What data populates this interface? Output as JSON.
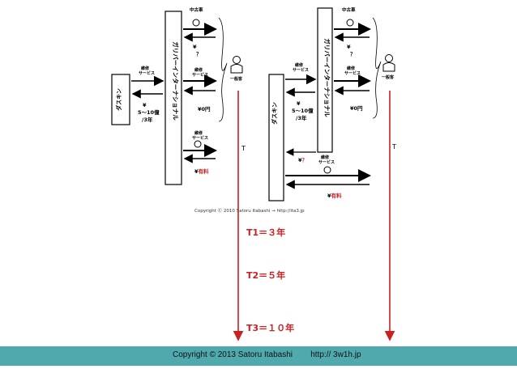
{
  "colors": {
    "arrow_red": "#cc1f1f",
    "footer_bg": "#4fa9ad",
    "line": "#000000"
  },
  "left_diagram": {
    "used_car_label": "中古車",
    "company_label": "ガリバーインターナショナル",
    "dasukin_label": "ダスキン",
    "maintenance_label_1": "維修\nサービス",
    "maintenance_label_2": "維修\nサービス",
    "maintenance_label_3": "維修\nサービス",
    "price_question": "¥\n？",
    "price_zero": "¥0円",
    "fee_label": "¥\n5〜10億\n/3年",
    "price_paid": "¥有料",
    "customer_label": "一般客",
    "t_label": "T"
  },
  "right_diagram": {
    "used_car_label": "中古車",
    "company_label": "ガリバーインターナショナル",
    "dasukin_label": "ダスキン",
    "maintenance_label_1": "維修\nサービス",
    "maintenance_label_2": "維修\nサービス",
    "maintenance_label_3": "維修\nサービス",
    "price_question": "¥\n？",
    "price_zero": "¥0円",
    "fee_label": "¥\n5〜10億\n/3年",
    "price_red_question": "¥？",
    "price_paid": "¥有料",
    "customer_label": "一般客",
    "t_label": "T"
  },
  "inner_copyright": "Copyright Ⓒ 2010 Satoru Itabashi → http://ita3.jp",
  "periods": [
    "T1＝３年",
    "T2＝５年",
    "T3＝１０年"
  ],
  "footer": {
    "copyright": "Copyright © 2013 Satoru Itabashi",
    "url": "http:// 3w1h.jp"
  }
}
